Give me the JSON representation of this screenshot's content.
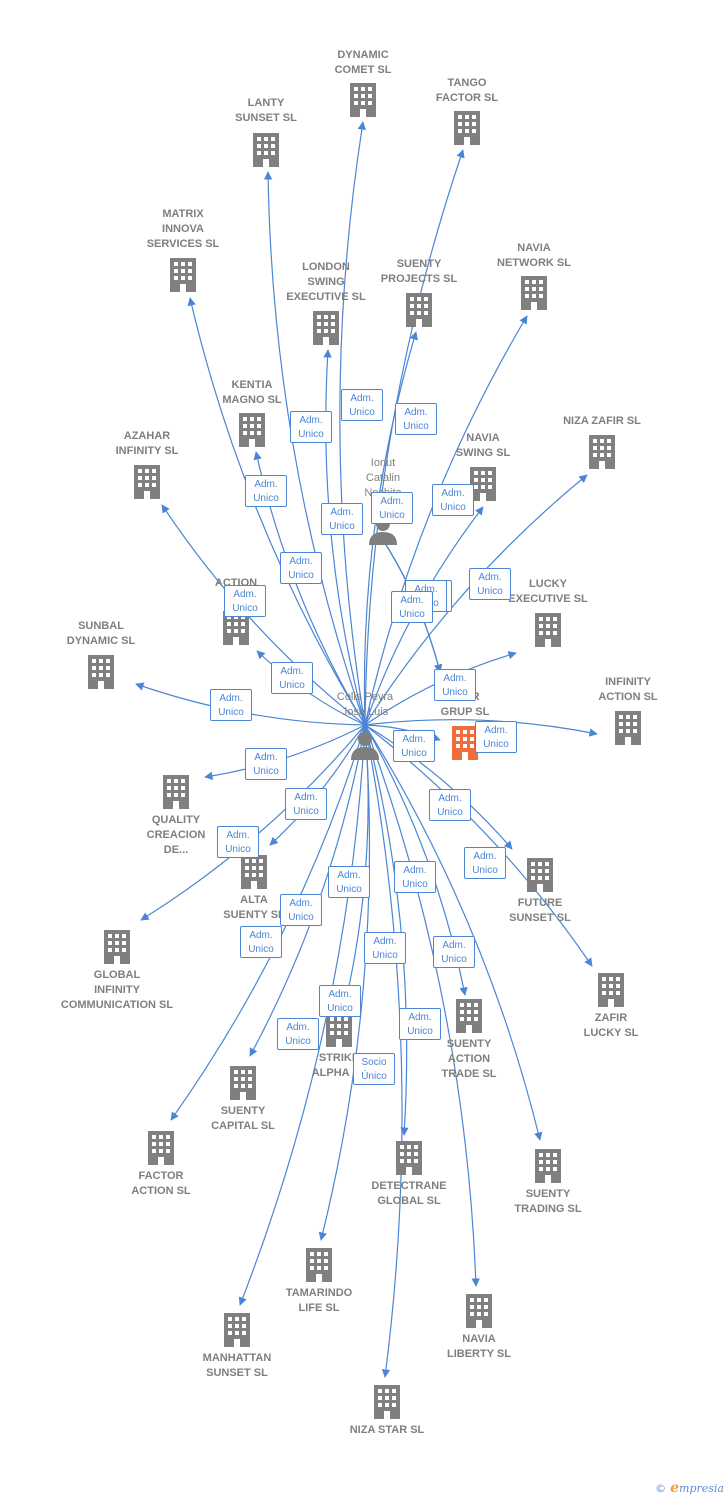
{
  "colors": {
    "edge": "#4a86d4",
    "building": "#7f7f7f",
    "highlight": "#f26b3a",
    "person": "#7f7f7f"
  },
  "center_person": {
    "label": "Colls Peyra\nJose Luis"
  },
  "second_person": {
    "label": "Ionut\nCatalin\nNechita"
  },
  "companies": [
    {
      "id": "dynamic_comet",
      "label": "DYNAMIC\nCOMET SL"
    },
    {
      "id": "tango_factor",
      "label": "TANGO\nFACTOR SL"
    },
    {
      "id": "lanty_sunset",
      "label": "LANTY\nSUNSET SL"
    },
    {
      "id": "matrix_innova",
      "label": "MATRIX\nINNOVA\nSERVICES SL"
    },
    {
      "id": "london_swing",
      "label": "LONDON\nSWING\nEXECUTIVE SL"
    },
    {
      "id": "suenty_projects",
      "label": "SUENTY\nPROJECTS SL"
    },
    {
      "id": "navia_network",
      "label": "NAVIA\nNETWORK SL"
    },
    {
      "id": "kentia_magno",
      "label": "KENTIA\nMAGNO SL"
    },
    {
      "id": "azahar_infinity",
      "label": "AZAHAR\nINFINITY SL"
    },
    {
      "id": "navia_swing",
      "label": "NAVIA\nSWING SL"
    },
    {
      "id": "niza_zafir",
      "label": "NIZA ZAFIR SL"
    },
    {
      "id": "action_pr",
      "label": "ACTION\nPR..."
    },
    {
      "id": "lucky_executive",
      "label": "LUCKY\nEXECUTIVE SL"
    },
    {
      "id": "sunbal_dynamic",
      "label": "SUNBAL\nDYNAMIC SL"
    },
    {
      "id": "infinity_action",
      "label": "INFINITY\nACTION SL"
    },
    {
      "id": "star_grup",
      "label": "STAR\nGRUP  SL"
    },
    {
      "id": "quality_creacion",
      "label": "QUALITY\nCREACION\nDE..."
    },
    {
      "id": "alta_suenty",
      "label": "ALTA\nSUENTY SL"
    },
    {
      "id": "future_sunset",
      "label": "FUTURE\nSUNSET SL"
    },
    {
      "id": "global_infinity",
      "label": "GLOBAL\nINFINITY\nCOMMUNICATION SL"
    },
    {
      "id": "zafir_lucky",
      "label": "ZAFIR\nLUCKY SL"
    },
    {
      "id": "strike_alpha",
      "label": "STRIKE\nALPHA SL"
    },
    {
      "id": "suenty_action",
      "label": "SUENTY\nACTION\nTRADE SL"
    },
    {
      "id": "suenty_capital",
      "label": "SUENTY\nCAPITAL SL"
    },
    {
      "id": "factor_action",
      "label": "FACTOR\nACTION SL"
    },
    {
      "id": "detectrane",
      "label": "DETECTRANE\nGLOBAL  SL"
    },
    {
      "id": "suenty_trading",
      "label": "SUENTY\nTRADING SL"
    },
    {
      "id": "tamarindo",
      "label": "TAMARINDO\nLIFE SL"
    },
    {
      "id": "manhattan",
      "label": "MANHATTAN\nSUNSET SL"
    },
    {
      "id": "navia_liberty",
      "label": "NAVIA\nLIBERTY SL"
    },
    {
      "id": "niza_star",
      "label": "NIZA STAR SL"
    }
  ],
  "relations": {
    "adm": "Adm.\nUnico",
    "socio": "Socio\nÚnico"
  },
  "footer": {
    "copyright": "©",
    "brand_e": "e",
    "brand_rest": "mpresia"
  }
}
